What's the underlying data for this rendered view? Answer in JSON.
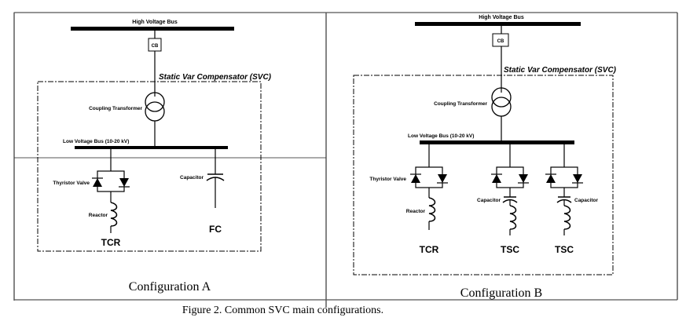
{
  "caption": "Figure 2. Common SVC main configurations.",
  "panels": [
    {
      "title": "Configuration A",
      "high_voltage_bus": "High Voltage Bus",
      "breaker": "CB",
      "svc_label": "Static Var Compensator (SVC)",
      "transformer": "Coupling Transformer",
      "low_voltage_bus": "Low Voltage Bus (10-20 kV)",
      "thyristor": "Thyristor Valve",
      "reactor": "Reactor",
      "capacitor": "Capacitor",
      "branch1": "TCR",
      "branch2": "FC"
    },
    {
      "title": "Configuration B",
      "high_voltage_bus": "High Voltage Bus",
      "breaker": "CB",
      "svc_label": "Static Var Compensator (SVC)",
      "transformer": "Coupling Transformer",
      "low_voltage_bus": "Low Voltage Bus (10-20 kV)",
      "thyristor": "Thyristor Valve",
      "reactor": "Reactor",
      "capacitor1": "Capacitor",
      "capacitor2": "Capacitor",
      "branch1": "TCR",
      "branch2": "TSC",
      "branch3": "TSC"
    }
  ]
}
